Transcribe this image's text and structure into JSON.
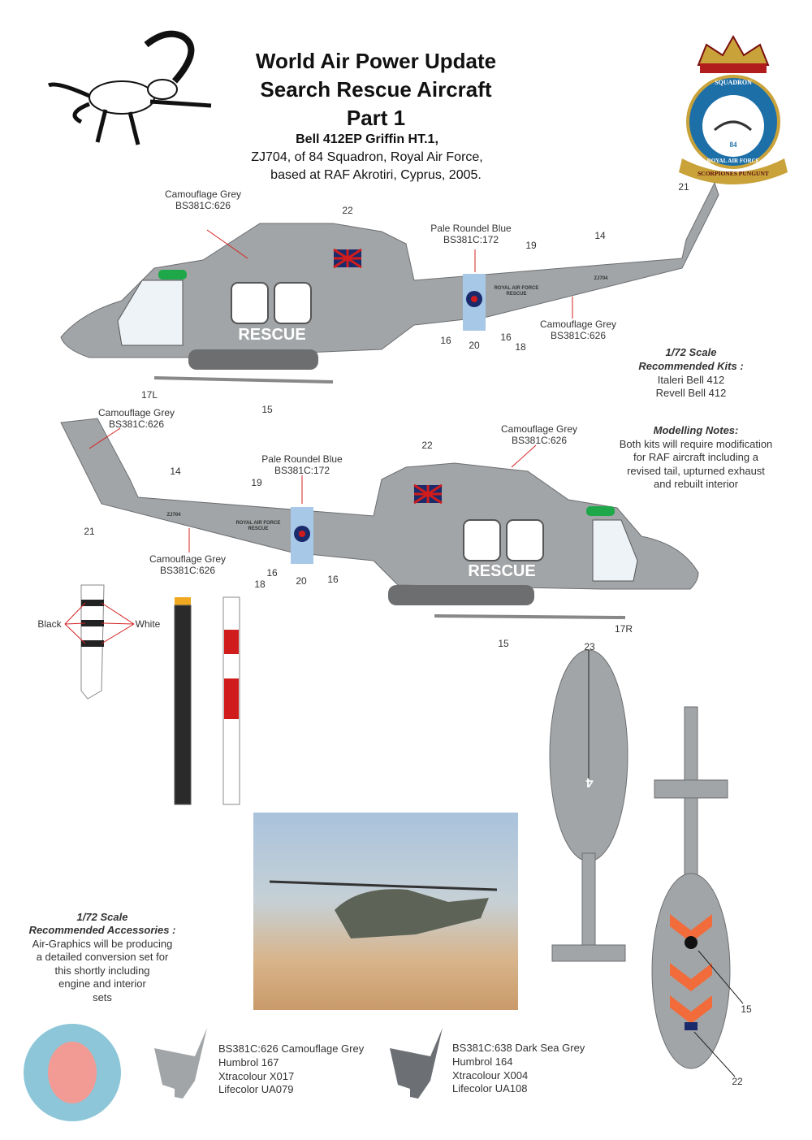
{
  "header": {
    "title_line1": "World Air Power Update",
    "title_line2": "Search Rescue Aircraft",
    "title_line3": "Part 1",
    "aircraft": "Bell 412EP Griffin HT.1,",
    "unit": "ZJ704,   of 84 Squadron, Royal Air Force,",
    "base": "based at RAF Akrotiri, Cyprus, 2005."
  },
  "badge": {
    "text_top": "SQUADRON",
    "number": "84",
    "text_ring": "ROYAL AIR FORCE",
    "motto": "SCORPIONES PUNGUNT"
  },
  "colors": {
    "camo_grey": "#a2a5a7",
    "dark_sea_grey": "#6c7075",
    "roundel_blue": "#8cc6d8",
    "roundel_red": "#f29b94",
    "hi_vis_orange": "#f26b3a",
    "callout_red": "#d42020"
  },
  "side_left": {
    "callouts": {
      "camo_top_1": "Camouflage Grey",
      "camo_top_2": "BS381C:626",
      "n22": "22",
      "roundel_1": "Pale Roundel Blue",
      "roundel_2": "BS381C:172",
      "n19": "19",
      "n14": "14",
      "n21": "21",
      "camo_tail_1": "Camouflage Grey",
      "camo_tail_2": "BS381C:626",
      "n16a": "16",
      "n20": "20",
      "n16b": "16",
      "n18": "18",
      "n17": "17L",
      "n15": "15"
    },
    "markings": {
      "rescue": "RESCUE",
      "raf_1": "ROYAL AIR FORCE",
      "raf_2": "RESCUE",
      "serial": "ZJ704"
    }
  },
  "side_right": {
    "callouts": {
      "camo_tail_1": "Camouflage Grey",
      "camo_tail_2": "BS381C:626",
      "camo_top_1": "Camouflage Grey",
      "camo_top_2": "BS381C:626",
      "n22": "22",
      "roundel_1": "Pale Roundel Blue",
      "roundel_2": "BS381C:172",
      "n14": "14",
      "n19": "19",
      "n21": "21",
      "camo_boom_1": "Camouflage Grey",
      "camo_boom_2": "BS381C:626",
      "n16a": "16",
      "n20": "20",
      "n16b": "16",
      "n18": "18",
      "n15": "15",
      "n17": "17R"
    },
    "markings": {
      "rescue": "RESCUE",
      "raf_1": "ROYAL AIR FORCE",
      "raf_2": "RESCUE",
      "serial": "ZJ704"
    }
  },
  "kits": {
    "scale": "1/72 Scale",
    "heading": "Recommended Kits :",
    "items": [
      "Italeri Bell 412",
      "Revell Bell 412"
    ]
  },
  "notes": {
    "heading": "Modelling Notes:",
    "lines": [
      "Both kits will require modification",
      "for RAF aircraft including a",
      "revised tail, upturned exhaust",
      "and rebuilt interior"
    ]
  },
  "blade": {
    "black_label": "Black",
    "white_label": "White"
  },
  "plan": {
    "n23": "23",
    "top_marking": "4",
    "n15": "15",
    "n22": "22"
  },
  "accessories": {
    "scale": "1/72 Scale",
    "heading": "Recommended Accessories :",
    "lines": [
      "Air-Graphics will be producing",
      "a detailed conversion set for",
      "this shortly including",
      "engine and interior",
      "sets"
    ]
  },
  "paints": [
    {
      "lines": [
        "BS381C:626 Camouflage Grey",
        "Humbrol 167",
        "Xtracolour X017",
        "Lifecolor UA079"
      ]
    },
    {
      "lines": [
        "BS381C:638 Dark Sea Grey",
        "Humbrol 164",
        "Xtracolour X004",
        "Lifecolor UA108"
      ]
    }
  ]
}
